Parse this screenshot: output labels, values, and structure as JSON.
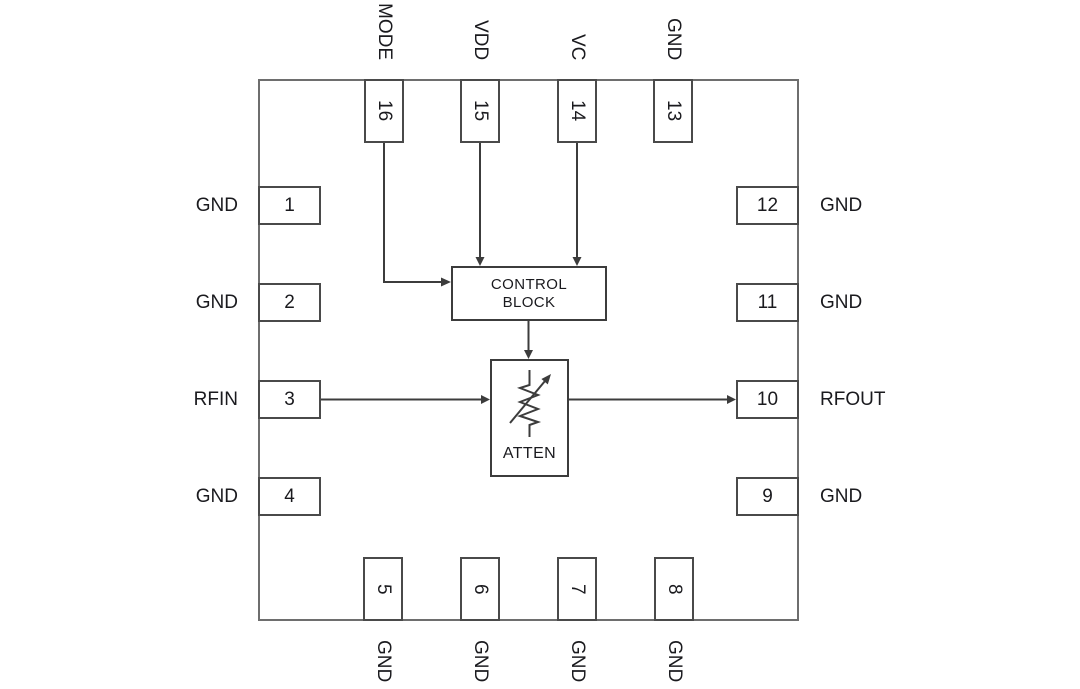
{
  "colors": {
    "background": "#ffffff",
    "chip_outline": "#6e6e6e",
    "pin_border": "#4a4a4a",
    "wire": "#3c3c3c",
    "text": "#1a1a1e"
  },
  "chip": {
    "pins": {
      "top": [
        {
          "number": "16",
          "label": "MODE"
        },
        {
          "number": "15",
          "label": "VDD"
        },
        {
          "number": "14",
          "label": "VC"
        },
        {
          "number": "13",
          "label": "GND"
        }
      ],
      "left": [
        {
          "number": "1",
          "label": "GND"
        },
        {
          "number": "2",
          "label": "GND"
        },
        {
          "number": "3",
          "label": "RFIN"
        },
        {
          "number": "4",
          "label": "GND"
        }
      ],
      "right": [
        {
          "number": "12",
          "label": "GND"
        },
        {
          "number": "11",
          "label": "GND"
        },
        {
          "number": "10",
          "label": "RFOUT"
        },
        {
          "number": "9",
          "label": "GND"
        }
      ],
      "bottom": [
        {
          "number": "5",
          "label": "GND"
        },
        {
          "number": "6",
          "label": "GND"
        },
        {
          "number": "7",
          "label": "GND"
        },
        {
          "number": "8",
          "label": "GND"
        }
      ]
    },
    "blocks": {
      "control": {
        "line1": "CONTROL",
        "line2": "BLOCK"
      },
      "attenuator": {
        "label": "ATTEN"
      }
    }
  }
}
